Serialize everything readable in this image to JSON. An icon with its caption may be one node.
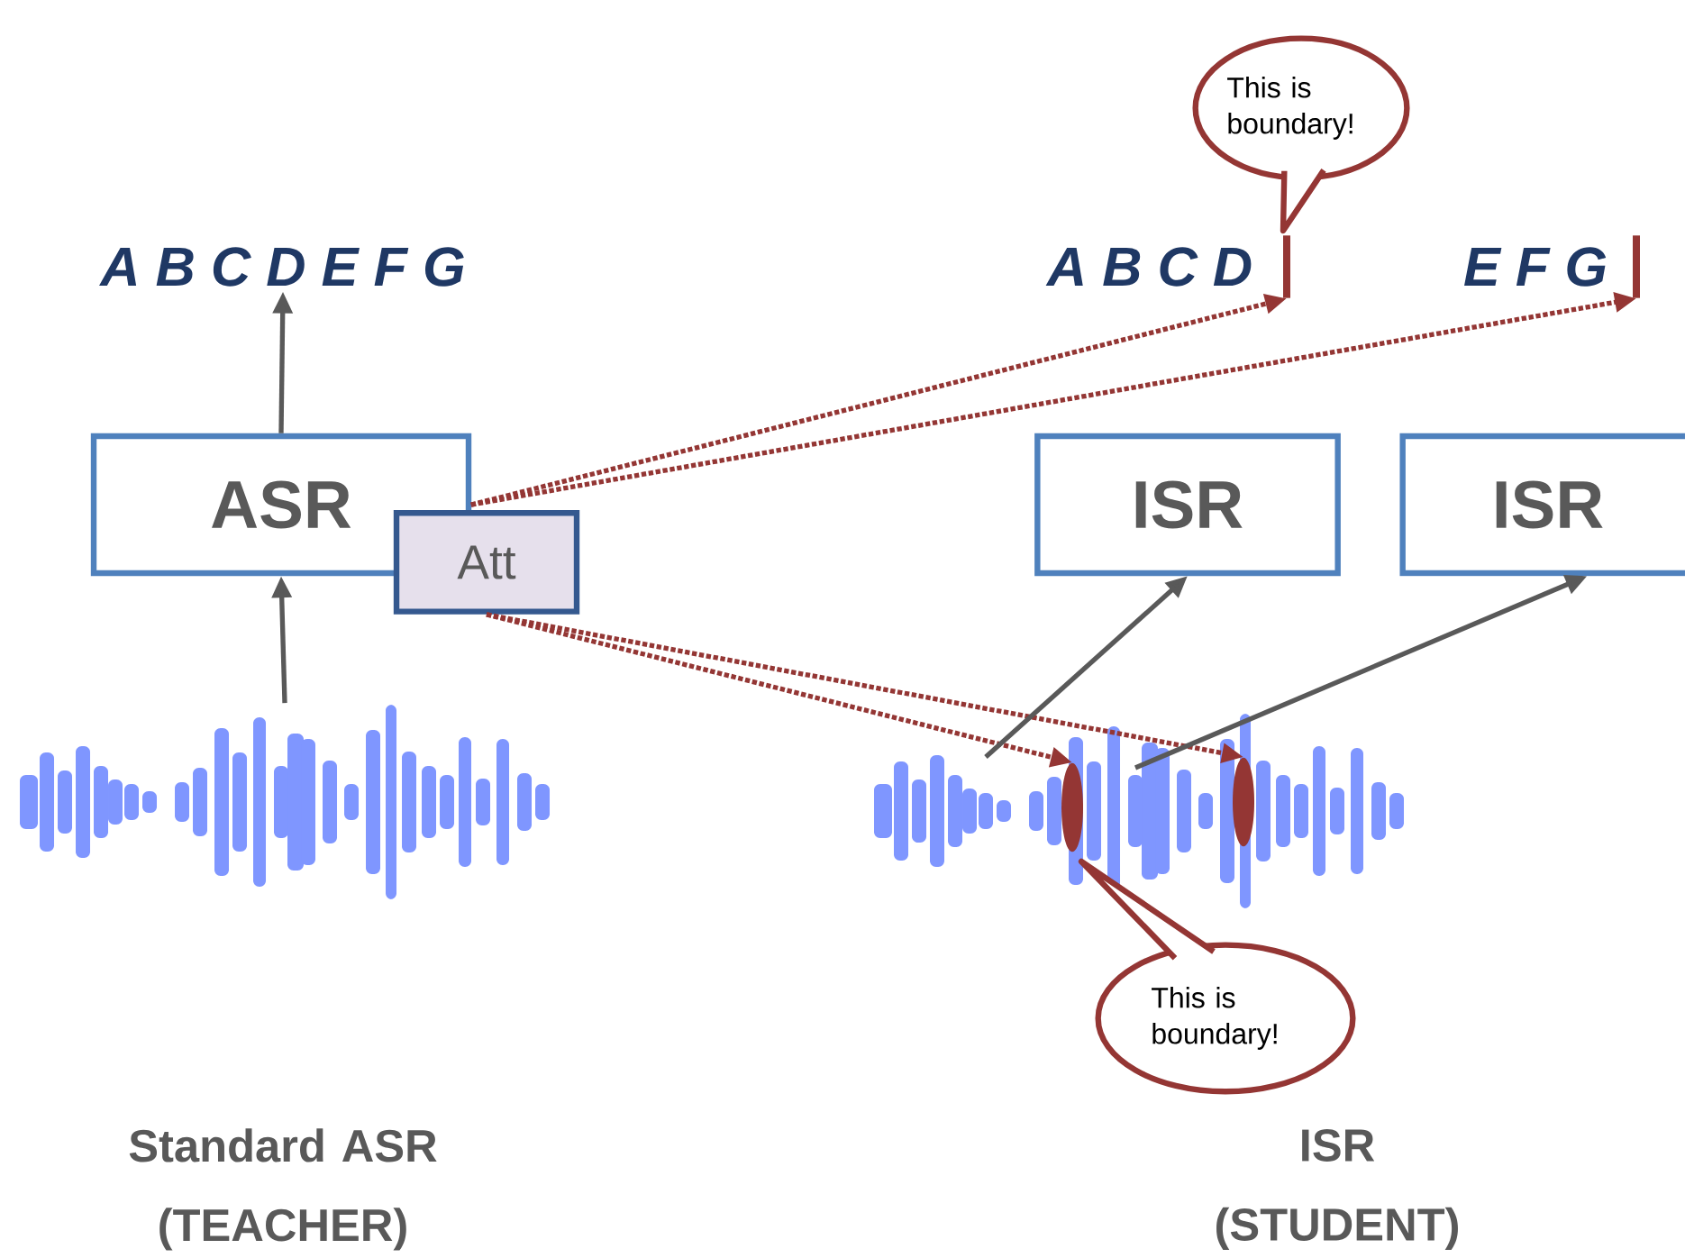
{
  "diagram": {
    "nodes": [
      {
        "text": [
          "A B C D E F G"
        ]
      },
      {
        "text": [
          "ASR"
        ]
      },
      {
        "text": [
          "Att"
        ]
      },
      {
        "text": [],
        "shape": "picture"
      },
      {
        "text": [
          "A B C D"
        ]
      },
      {
        "text": [],
        "shape": "bar"
      },
      {
        "text": [
          "E F G"
        ]
      },
      {
        "text": [],
        "shape": "bar"
      },
      {
        "text": [
          "ISR"
        ]
      },
      {
        "text": [
          "ISR"
        ]
      },
      {
        "text": [],
        "shape": "picture"
      },
      {
        "text": [],
        "shape": "ellipse",
        "in": 10
      },
      {
        "text": [],
        "shape": "ellipse",
        "in": 10
      },
      {
        "text": [
          "This is boundary!"
        ]
      },
      {
        "text": [
          "This is boundary!"
        ]
      }
    ],
    "edges": [
      {
        "from": 3,
        "to": 1,
        "arrow": "to",
        "color": "#595959"
      },
      {
        "from": 1,
        "to": 0,
        "arrow": "to",
        "color": "#595959"
      },
      {
        "from": 2,
        "to": 5,
        "arrow": "to",
        "style": "dashed",
        "color": "#943634"
      },
      {
        "from": 2,
        "to": 7,
        "arrow": "to",
        "style": "dashed",
        "color": "#943634"
      },
      {
        "from": 2,
        "to": 11,
        "arrow": "to",
        "style": "dashed",
        "color": "#943634"
      },
      {
        "from": 2,
        "to": 12,
        "arrow": "to",
        "style": "dashed",
        "color": "#943634"
      },
      {
        "from": 10,
        "to": 8,
        "arrow": "to",
        "color": "#595959"
      },
      {
        "from": 10,
        "to": 9,
        "arrow": "to",
        "color": "#595959"
      }
    ],
    "labels": [
      "Standard ASR (TEACHER)",
      "ISR (STUDENT)"
    ]
  }
}
